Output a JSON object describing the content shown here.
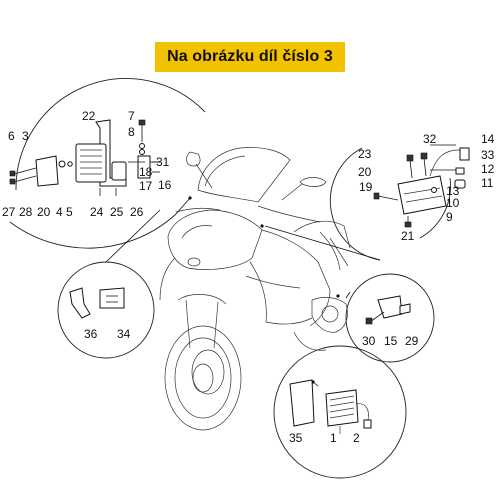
{
  "banner": {
    "text": "Na obrázku díl číslo 3",
    "color": "#f2c200"
  },
  "callouts": [
    "6",
    "3",
    "22",
    "7",
    "8",
    "31",
    "18",
    "17",
    "16",
    "27",
    "28",
    "20",
    "4",
    "5",
    "24",
    "25",
    "26",
    "32",
    "14",
    "33",
    "23",
    "12",
    "11",
    "20",
    "13",
    "19",
    "10",
    "9",
    "21",
    "36",
    "34",
    "30",
    "15",
    "29",
    "35",
    "1",
    "2"
  ]
}
